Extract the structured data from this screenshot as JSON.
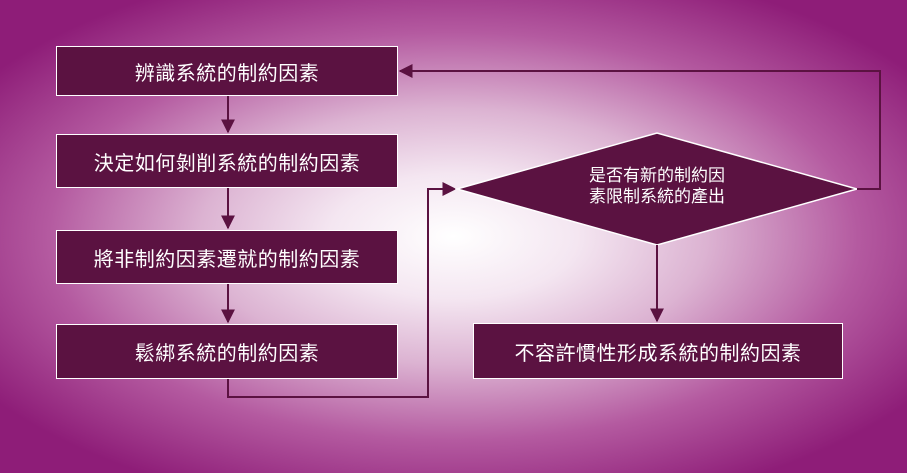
{
  "steps": [
    "辨識系統的制約因素",
    "決定如何剝削系統的制約因素",
    "將非制約因素遷就的制約因素",
    "鬆綁系統的制約因素"
  ],
  "decision": {
    "line1": "是否有新的制約因",
    "line2": "素限制系統的產出"
  },
  "outcome": "不容許慣性形成系統的制約因素",
  "colors": {
    "box_fill": "#5b1241",
    "box_border": "#ffffff",
    "connector": "#5b1241",
    "background_edge": "#8e1d78"
  }
}
